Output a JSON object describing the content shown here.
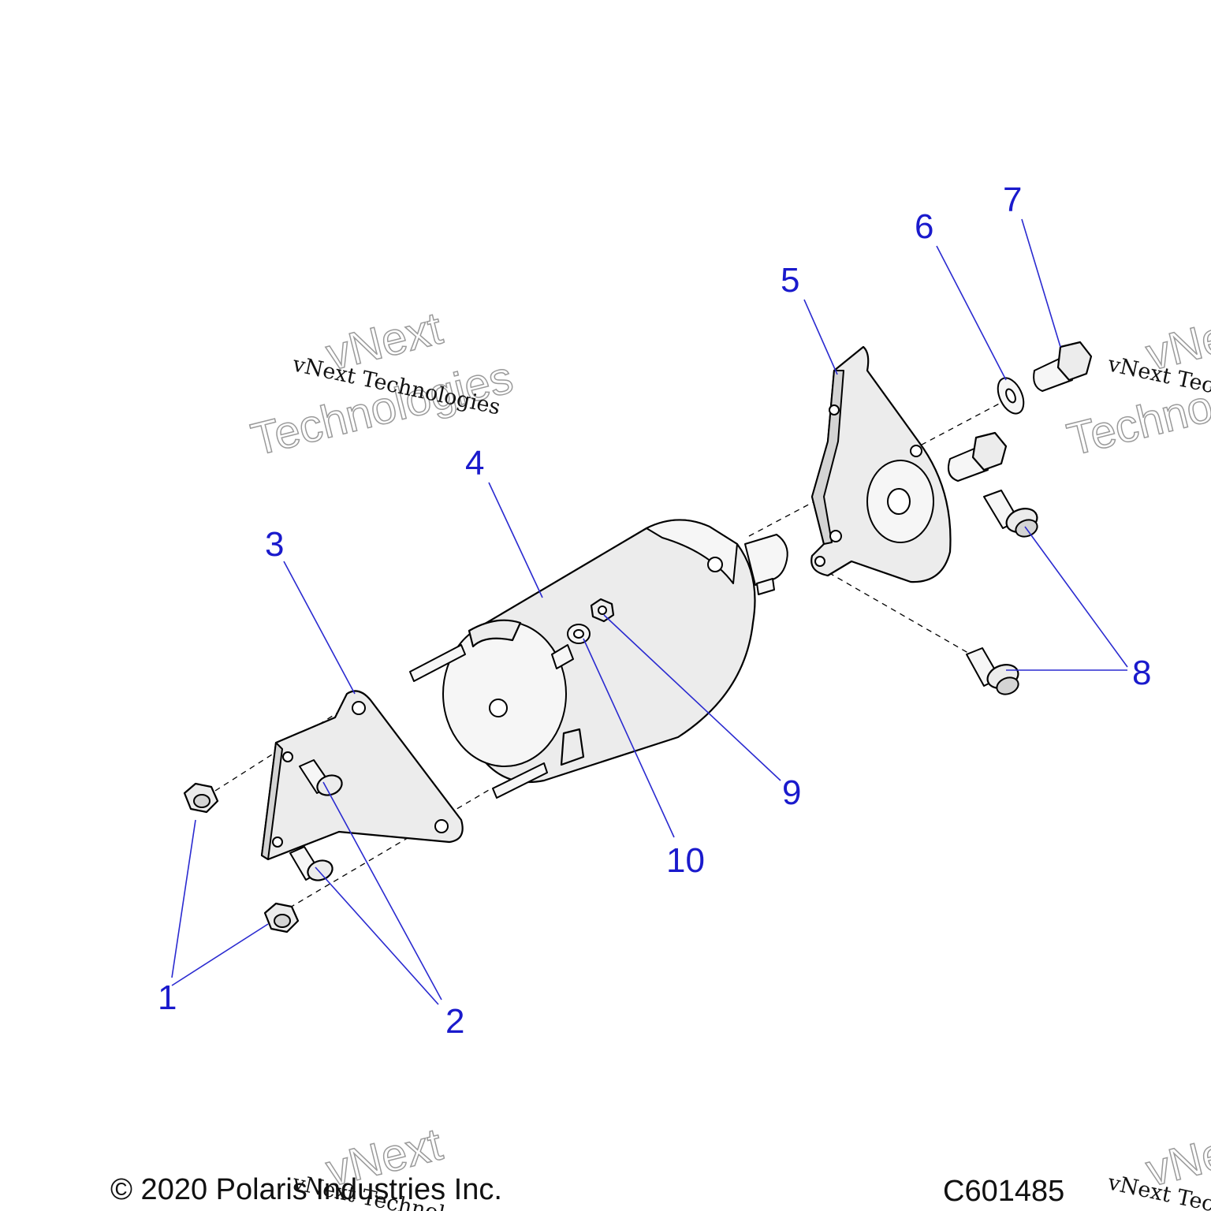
{
  "callouts": [
    {
      "id": "1",
      "label": "1"
    },
    {
      "id": "2",
      "label": "2"
    },
    {
      "id": "3",
      "label": "3"
    },
    {
      "id": "4",
      "label": "4"
    },
    {
      "id": "5",
      "label": "5"
    },
    {
      "id": "6",
      "label": "6"
    },
    {
      "id": "7",
      "label": "7"
    },
    {
      "id": "8",
      "label": "8"
    },
    {
      "id": "9",
      "label": "9"
    },
    {
      "id": "10",
      "label": "10"
    }
  ],
  "watermark": {
    "line": "vNext Technologies",
    "word1": "vNext",
    "word2": "Technologies"
  },
  "footer": {
    "copyright": "© 2020 Polaris Industries Inc.",
    "figure_id": "C601485"
  },
  "colors": {
    "callout": "#1a1acc",
    "line": "#000000"
  }
}
